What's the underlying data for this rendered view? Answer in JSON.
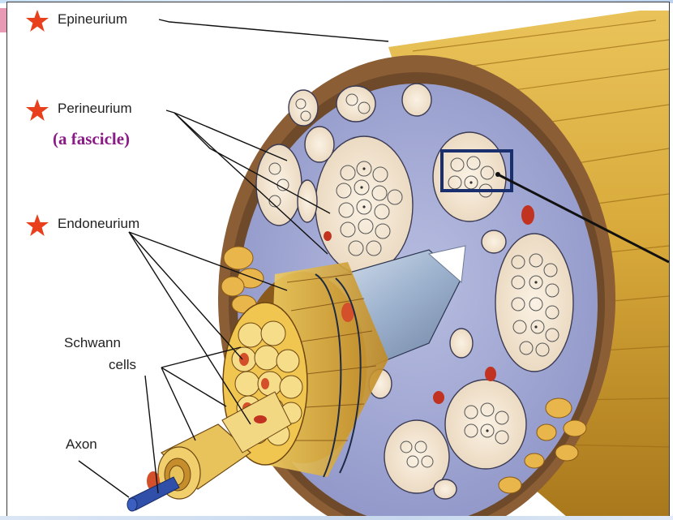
{
  "labels": {
    "epineurium": "Epineurium",
    "perineurium": "Perineurium",
    "fascicle_note": "(a fascicle)",
    "endoneurium": "Endoneurium",
    "schwann_line1": "Schwann",
    "schwann_line2": "cells",
    "axon": "Axon"
  },
  "colors": {
    "star": "#e8401c",
    "fascicle_text": "#8a1a86",
    "highlight_box": "#1a2f6e",
    "nerve_sheath": "#c99a2a",
    "perineurium_fill": "#a8aed8",
    "axon_blue": "#2f4fa8"
  },
  "icons": [
    "star-icon",
    "star-icon",
    "star-icon"
  ]
}
